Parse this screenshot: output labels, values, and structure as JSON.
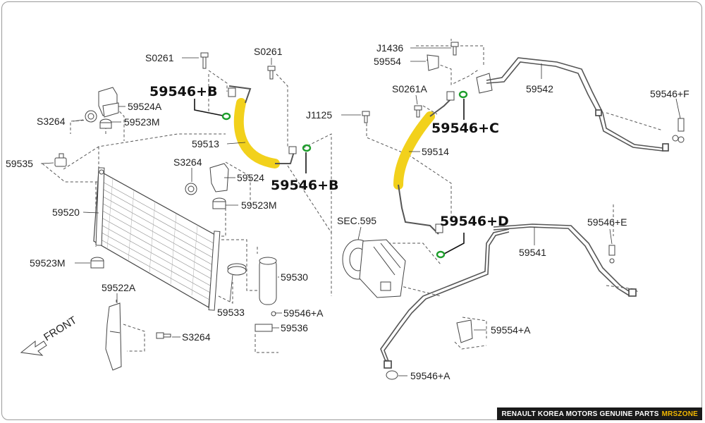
{
  "banner": {
    "text": "RENAULT KOREA MOTORS GENUINE PARTS",
    "brand": "MRSZONE"
  },
  "front": "FRONT",
  "labels": {
    "s0261_l": "S0261",
    "s0261_c": "S0261",
    "p59524a": "59524A",
    "s3264_t": "S3264",
    "p59523m_t": "59523M",
    "p59535": "59535",
    "p59513": "59513",
    "s3264_m": "S3264",
    "p59524": "59524",
    "p59523m_m": "59523M",
    "p59520": "59520",
    "p59523m_b": "59523M",
    "p59522a": "59522A",
    "s3264_b": "S3264",
    "p59530": "59530",
    "p59533": "59533",
    "p59546a_m": "59546+A",
    "p59536": "59536",
    "j1436": "J1436",
    "p59554": "59554",
    "s0261a": "S0261A",
    "j1125": "J1125",
    "p59514": "59514",
    "p59542": "59542",
    "p59546f": "59546+F",
    "sec595": "SEC.595",
    "p59541": "59541",
    "p59546e": "59546+E",
    "p59554a": "59554+A",
    "p59546a_b": "59546+A"
  },
  "highlights": {
    "b_top": "59546+B",
    "b_mid": "59546+B",
    "c": "59546+C",
    "d": "59546+D"
  },
  "colors": {
    "hose_highlight": "#f2d11c",
    "oring_highlight": "#1e9e2c",
    "line": "#555555",
    "leader": "#111111"
  }
}
